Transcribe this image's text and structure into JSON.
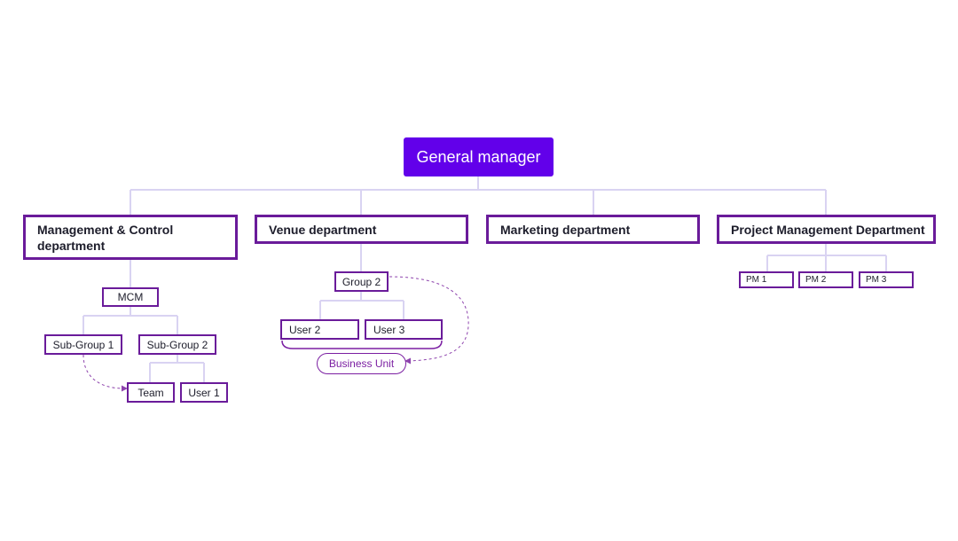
{
  "root": {
    "label": "General manager"
  },
  "departments": [
    {
      "label": "Management & Control department"
    },
    {
      "label": "Venue department"
    },
    {
      "label": "Marketing department"
    },
    {
      "label": "Project Management Department"
    }
  ],
  "management": {
    "mcm": "MCM",
    "subgroup1": "Sub-Group 1",
    "subgroup2": "Sub-Group 2",
    "team": "Team",
    "user1": "User 1"
  },
  "venue": {
    "group2": "Group 2",
    "user2": "User 2",
    "user3": "User 3",
    "business_unit": "Business Unit"
  },
  "project_management": {
    "pm": [
      "PM 1",
      "PM 2",
      "PM 3"
    ]
  },
  "colors": {
    "root_fill": "#6200ea",
    "node_border": "#6a1b9a",
    "connector": "#d9d3f2",
    "accent_text": "#7b1fa2"
  }
}
